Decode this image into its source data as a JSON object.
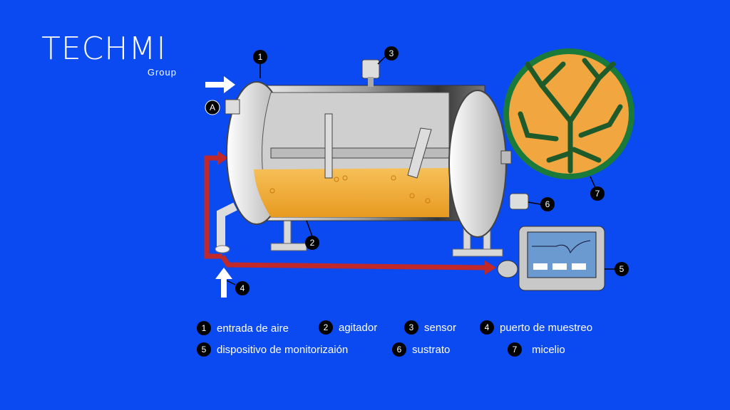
{
  "logo": {
    "main": "TECHMI",
    "sub": "Group"
  },
  "callouts": {
    "1": "1",
    "2": "2",
    "3": "3",
    "4": "4",
    "5": "5",
    "6": "6",
    "7": "7",
    "A": "A"
  },
  "legend": [
    {
      "num": "1",
      "label": "entrada de aire"
    },
    {
      "num": "2",
      "label": "agitador"
    },
    {
      "num": "3",
      "label": "sensor"
    },
    {
      "num": "4",
      "label": "puerto de muestreo"
    },
    {
      "num": "5",
      "label": "dispositivo de monitorizaión"
    },
    {
      "num": "6",
      "label": "sustrato"
    },
    {
      "num": "7",
      "label": "micelio"
    }
  ],
  "colors": {
    "background": "#0b4af0",
    "substrate": "#f0a830",
    "pipe": "#c0282a",
    "mycelium_bg": "#f2a640",
    "mycelium": "#1f5a2a"
  }
}
